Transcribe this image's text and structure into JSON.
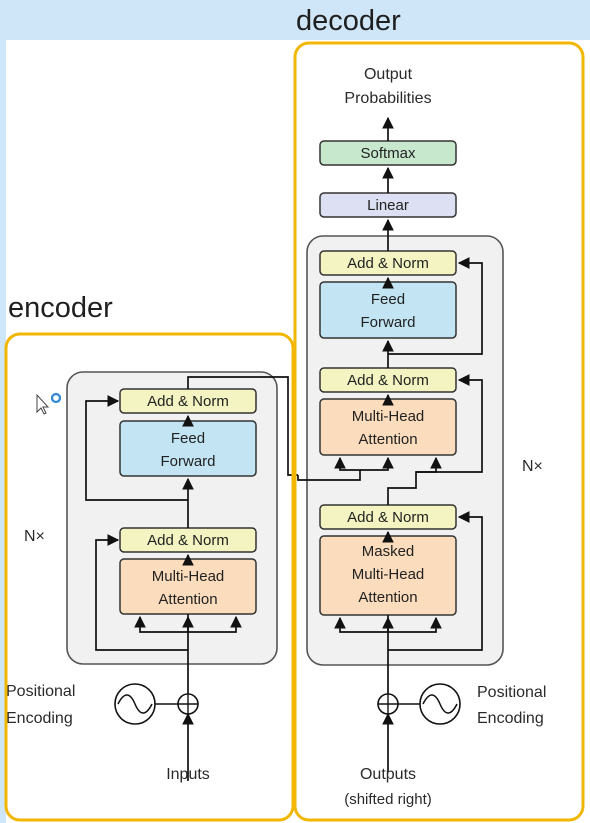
{
  "titles": {
    "decoder": "decoder",
    "encoder": "encoder"
  },
  "encoder": {
    "add_norm_top": "Add & Norm",
    "feed_forward": [
      "Feed",
      "Forward"
    ],
    "add_norm_bottom": "Add & Norm",
    "attention": [
      "Multi-Head",
      "Attention"
    ],
    "repeat": "N×",
    "positional": [
      "Positional",
      "Encoding"
    ],
    "input": "Inputs"
  },
  "decoder": {
    "output": [
      "Output",
      "Probabilities"
    ],
    "softmax": "Softmax",
    "linear": "Linear",
    "add_norm_top": "Add & Norm",
    "feed_forward": [
      "Feed",
      "Forward"
    ],
    "add_norm_middle": "Add & Norm",
    "attention": [
      "Multi-Head",
      "Attention"
    ],
    "add_norm_bottom": "Add & Norm",
    "masked_attention": [
      "Masked",
      "Multi-Head",
      "Attention"
    ],
    "repeat": "N×",
    "positional": [
      "Positional",
      "Encoding"
    ],
    "input": [
      "Outputs",
      "(shifted right)"
    ]
  },
  "colors": {
    "background": "#cfe6f8",
    "highlight_border": "#f2b705",
    "stack_fill": "#f1f1f1",
    "add_norm_fill": "#f3f4c1",
    "feed_forward_fill": "#c2e4f3",
    "attention_fill": "#fbdcbc",
    "softmax_fill": "#c7e8cc",
    "linear_fill": "#dde0f2"
  },
  "icons": {
    "cursor": "loading-cursor-icon"
  }
}
